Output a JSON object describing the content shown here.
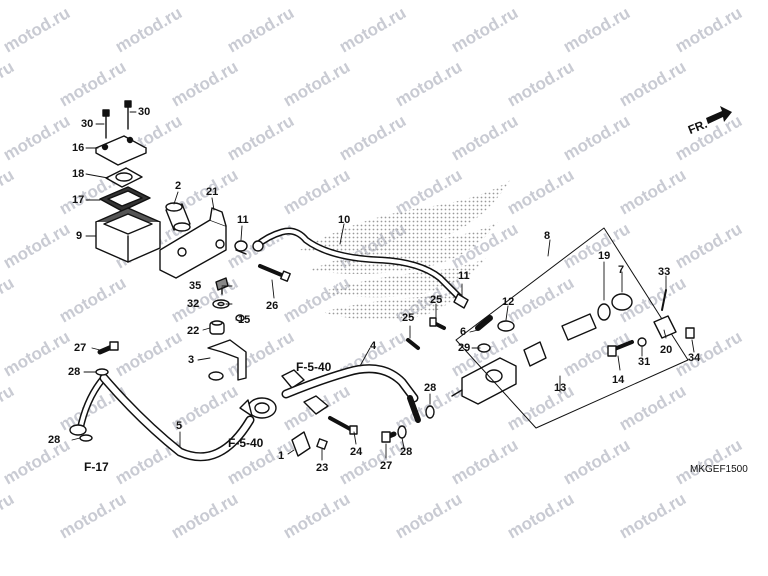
{
  "watermark": "motod.ru",
  "diagram_code": "MKGEF1500",
  "front_indicator": "FR.",
  "refs": {
    "f540_a": "F-5-40",
    "f540_b": "F-5-40",
    "f17": "F-17"
  },
  "parts": {
    "p1": "1",
    "p2": "2",
    "p3": "3",
    "p4": "4",
    "p5": "5",
    "p6": "6",
    "p7": "7",
    "p8": "8",
    "p9": "9",
    "p10": "10",
    "p11a": "11",
    "p11b": "11",
    "p12": "12",
    "p13": "13",
    "p14": "14",
    "p15": "15",
    "p16": "16",
    "p17": "17",
    "p18": "18",
    "p19": "19",
    "p20": "20",
    "p21": "21",
    "p22": "22",
    "p23": "23",
    "p24": "24",
    "p25a": "25",
    "p25b": "25",
    "p26": "26",
    "p27a": "27",
    "p27b": "27",
    "p28a": "28",
    "p28b": "28",
    "p28c": "28",
    "p28d": "28",
    "p29": "29",
    "p30a": "30",
    "p30b": "30",
    "p31": "31",
    "p32": "32",
    "p33": "33",
    "p34": "34",
    "p35": "35"
  }
}
